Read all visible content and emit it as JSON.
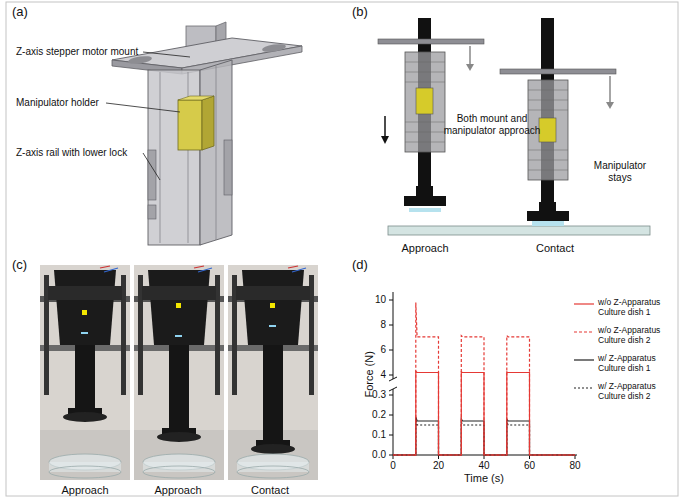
{
  "diagram": {
    "labels": [
      "(a)",
      "Z-axis stepper motor mount",
      "Manipulator holder",
      "Z-axis rail with lower lock",
      "(b)",
      "Both mount and manipulator approach",
      "Manipulator stays",
      "Approach",
      "Contact",
      "(c)",
      "Approach",
      "Approach",
      "Contact",
      "(d)",
      "10",
      "8",
      "6",
      "4",
      "0.3",
      "0.2",
      "0.1",
      "0.0",
      "0",
      "20",
      "40",
      "60",
      "80",
      "Force (N)",
      "Time (s)"
    ],
    "legend": [
      {
        "text": "w/o Z-Apparatus Culture dish 1"
      },
      {
        "text": "w/o Z-Apparatus Culture dish 2"
      },
      {
        "text": "w/ Z-Apparatus Culture dish 1"
      },
      {
        "text": "w/ Z-Apparatus Culture dish 2"
      }
    ]
  }
}
